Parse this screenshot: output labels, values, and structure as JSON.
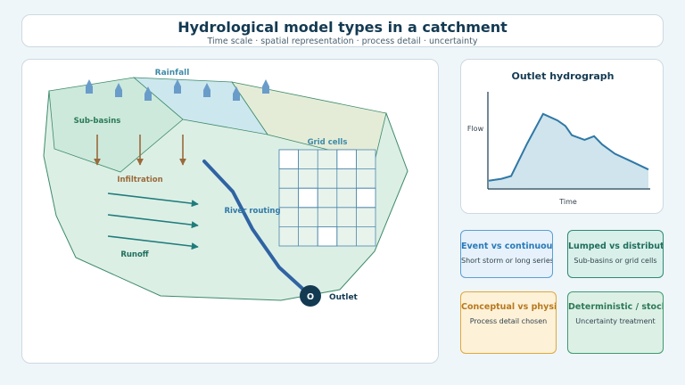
{
  "header": {
    "title": "Hydrological model types in a catchment",
    "subtitle": "Time scale · spatial representation · process detail · uncertainty"
  },
  "catchment": {
    "labels": {
      "rainfall": "Rainfall",
      "subbasins": "Sub-basins",
      "grid_cells": "Grid cells",
      "infiltration": "Infiltration",
      "river_routing": "River routing",
      "runoff": "Runoff",
      "outlet_marker": "O",
      "outlet": "Outlet"
    },
    "colors": {
      "catchment_fill": "#dcefe5",
      "subbasin_fill": "#cde9dc",
      "blue_zone_fill": "#cce7ee",
      "yellow_zone_fill": "#e4ecd8",
      "outline": "#3c8a6a",
      "rain_drop": "#6a9cc9",
      "infiltration_arrow": "#9a6a3a",
      "runoff_arrow": "#1f7c7c",
      "river": "#2f63a3",
      "outlet_marker": "#143a52"
    }
  },
  "hydrograph": {
    "title": "Outlet hydrograph",
    "ylabel": "Flow",
    "xlabel": "Time",
    "colors": {
      "area_fill": "#cfe4ec",
      "line": "#2f78a6"
    }
  },
  "chart_data": {
    "type": "area",
    "title": "Outlet hydrograph",
    "xlabel": "Time",
    "ylabel": "Flow",
    "xlim": [
      0,
      100
    ],
    "ylim": [
      0,
      100
    ],
    "grid": false,
    "x": [
      0,
      8,
      14,
      24,
      34,
      43,
      48,
      52,
      60,
      66,
      71,
      79,
      89,
      100
    ],
    "values": [
      8,
      10,
      13,
      48,
      80,
      73,
      67,
      57,
      52,
      56,
      47,
      37,
      29,
      20
    ]
  },
  "cards": [
    {
      "title": "Event vs continuous",
      "subtitle": "Short storm or long series"
    },
    {
      "title": "Lumped vs distributed",
      "subtitle": "Sub-basins or grid cells"
    },
    {
      "title": "Conceptual vs physical",
      "subtitle": "Process detail chosen"
    },
    {
      "title": "Deterministic / stochastic",
      "subtitle": "Uncertainty treatment"
    }
  ]
}
